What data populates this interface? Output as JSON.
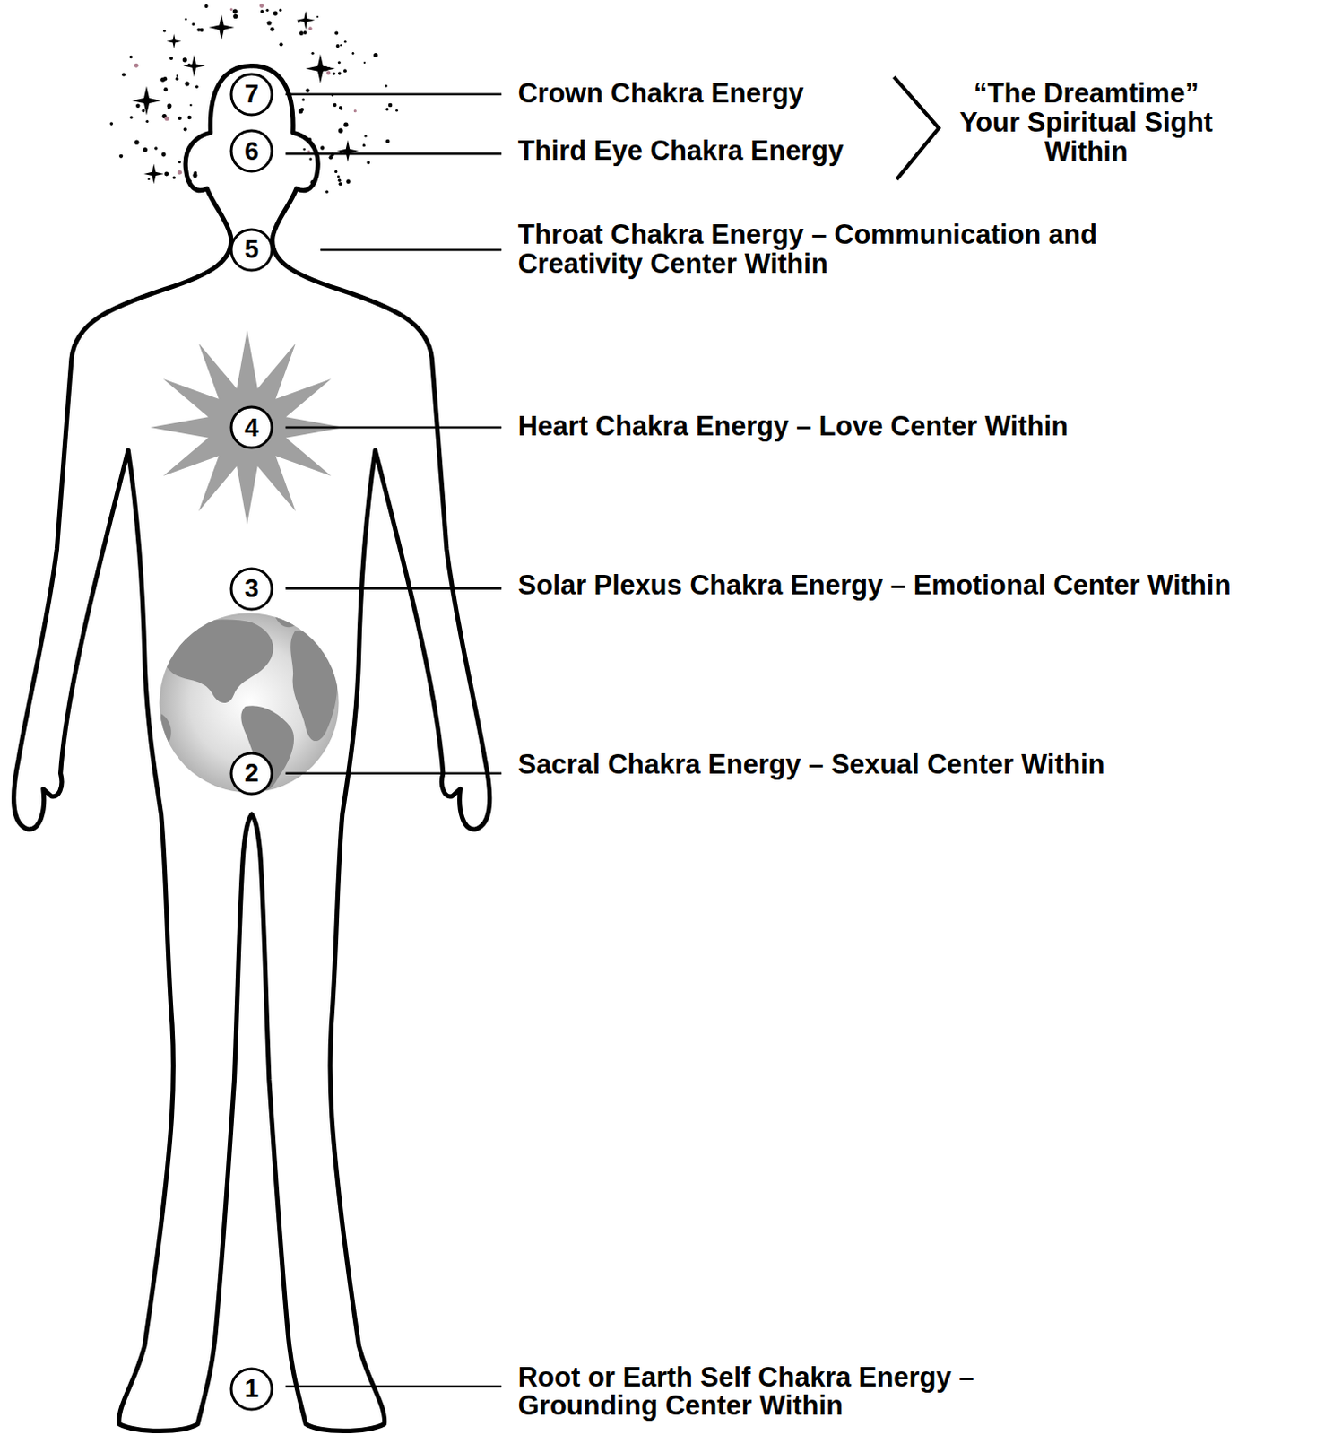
{
  "diagram": {
    "nodes": [
      {
        "text": [
          "7"
        ]
      },
      {
        "text": [
          "6"
        ]
      },
      {
        "text": [
          "5"
        ]
      },
      {
        "text": [
          "4"
        ]
      },
      {
        "text": [
          "3"
        ]
      },
      {
        "text": [
          "2"
        ]
      },
      {
        "text": [
          "1"
        ]
      }
    ],
    "labels": [
      "Crown Chakra Energy",
      "Third Eye Chakra Energy",
      "“The Dreamtime” Your Spiritual Sight Within",
      "Throat Chakra Energy – Communication and Creativity Center Within",
      "Heart Chakra Energy – Love Center Within",
      "Solar Plexus Chakra Energy – Emotional Center Within",
      "Sacral Chakra Energy – Sexual Center Within",
      "Root or Earth Self Chakra Energy – Grounding Center Within"
    ]
  }
}
